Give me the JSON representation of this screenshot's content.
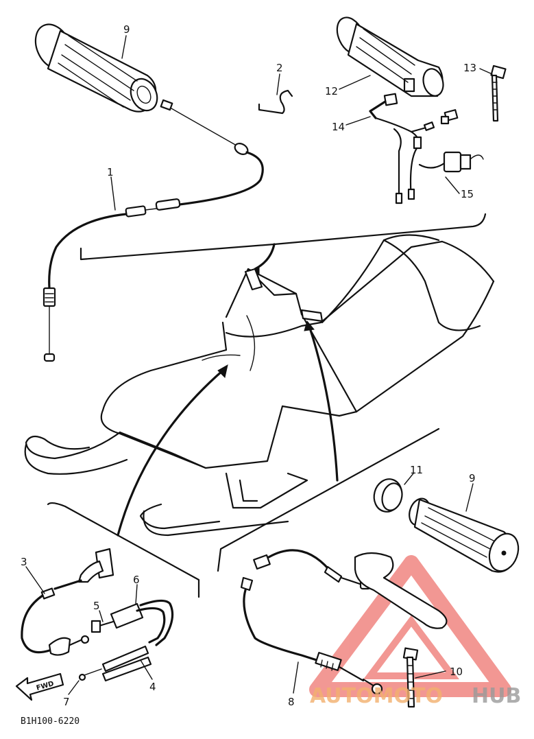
{
  "diagram_code": "B1H100-6220",
  "direction_arrow": "FWD",
  "watermark": {
    "part1": "AUTOMOTO",
    "part2": "HUB",
    "color_triangle": "#e8433c",
    "color_part1": "#f2b06e",
    "color_part2": "#9a9a9a"
  },
  "callouts": {
    "c1": "1",
    "c2": "2",
    "c3": "3",
    "c4": "4",
    "c5": "5",
    "c6": "6",
    "c7": "7",
    "c8": "8",
    "c9a": "9",
    "c9b": "9",
    "c10": "10",
    "c11": "11",
    "c12": "12",
    "c13": "13",
    "c14": "14",
    "c15": "15"
  }
}
